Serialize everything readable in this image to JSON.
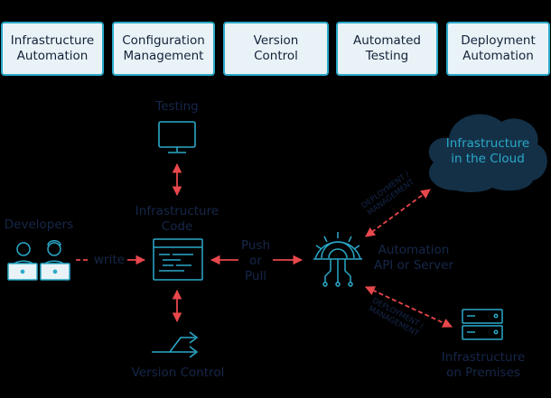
{
  "top_boxes": [
    {
      "label": "Infrastructure\nAutomation"
    },
    {
      "label": "Configuration\nManagement"
    },
    {
      "label": "Version\nControl"
    },
    {
      "label": "Automated\nTesting"
    },
    {
      "label": "Deployment\nAutomation"
    }
  ],
  "nodes": {
    "testing": "Testing",
    "developers": "Developers",
    "write": "write",
    "infrastructure_code": "Infrastructure\nCode",
    "push_or_pull": "Push\nor\nPull",
    "automation_api": "Automation\nAPI or Server",
    "cloud": "Infrastructure\nin the Cloud",
    "on_premises": "Infrastructure\non Premises",
    "version_control": "Version Control",
    "deployment_management": "DEPLOYMENT /\nMANAGEMENT"
  },
  "colors": {
    "cyan": "#2aa9c9",
    "arrow_red": "#e8474c",
    "label_navy": "#16274a",
    "cloud_fill": "#143047",
    "box_fill": "#e9f3f7"
  }
}
